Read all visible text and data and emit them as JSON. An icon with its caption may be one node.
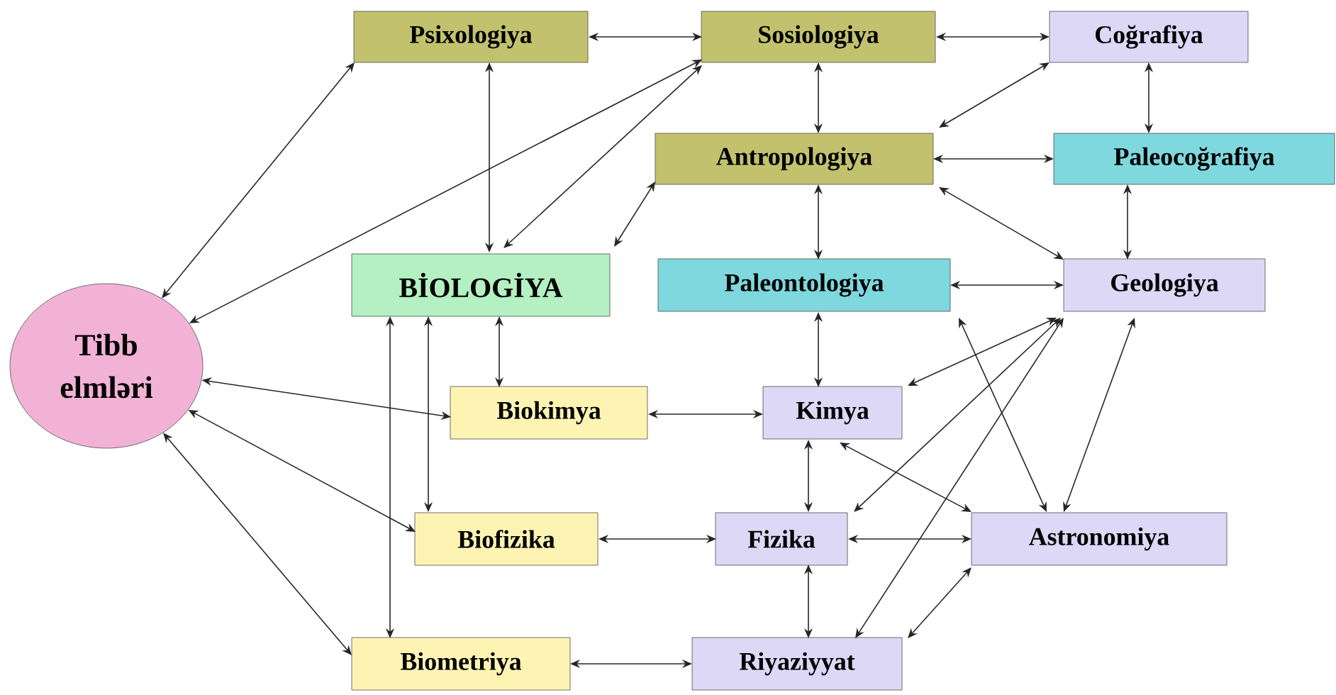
{
  "diagram": {
    "nodes": [
      {
        "text": [
          "Tibb elmləri"
        ]
      },
      {
        "text": [
          "Psixologiya"
        ]
      },
      {
        "text": [
          "Sosiologiya"
        ]
      },
      {
        "text": [
          "Coğrafiya"
        ]
      },
      {
        "text": [
          "Antropologiya"
        ]
      },
      {
        "text": [
          "Paleocoğrafiya"
        ]
      },
      {
        "text": [
          "BİOLOGİYA"
        ]
      },
      {
        "text": [
          "Paleontologiya"
        ]
      },
      {
        "text": [
          "Geologiya"
        ]
      },
      {
        "text": [
          "Biokimya"
        ]
      },
      {
        "text": [
          "Kimya"
        ]
      },
      {
        "text": [
          "Biofizika"
        ]
      },
      {
        "text": [
          "Fizika"
        ]
      },
      {
        "text": [
          "Astronomiya"
        ]
      },
      {
        "text": [
          "Biometriya"
        ]
      },
      {
        "text": [
          "Riyaziyyat"
        ]
      }
    ],
    "edges": [
      {
        "from": 1,
        "to": 2,
        "arrow": "both"
      },
      {
        "from": 2,
        "to": 3,
        "arrow": "both"
      },
      {
        "from": 0,
        "to": 1,
        "arrow": "both"
      },
      {
        "from": 0,
        "to": 2,
        "arrow": "both"
      },
      {
        "from": 1,
        "to": 6,
        "arrow": "both"
      },
      {
        "from": 2,
        "to": 6,
        "arrow": "both"
      },
      {
        "from": 2,
        "to": 4,
        "arrow": "both"
      },
      {
        "from": 3,
        "to": 4,
        "arrow": "both"
      },
      {
        "from": 3,
        "to": 5,
        "arrow": "both"
      },
      {
        "from": 4,
        "to": 5,
        "arrow": "both"
      },
      {
        "from": 4,
        "to": 6,
        "arrow": "both"
      },
      {
        "from": 4,
        "to": 8,
        "arrow": "both"
      },
      {
        "from": 4,
        "to": 7,
        "arrow": "both"
      },
      {
        "from": 5,
        "to": 8,
        "arrow": "both"
      },
      {
        "from": 7,
        "to": 8,
        "arrow": "both"
      },
      {
        "from": 7,
        "to": 10,
        "arrow": "both"
      },
      {
        "from": 7,
        "to": 13,
        "arrow": "both"
      },
      {
        "from": 8,
        "to": 10,
        "arrow": "both"
      },
      {
        "from": 8,
        "to": 12,
        "arrow": "both"
      },
      {
        "from": 8,
        "to": 15,
        "arrow": "both"
      },
      {
        "from": 8,
        "to": 13,
        "arrow": "both"
      },
      {
        "from": 6,
        "to": 9,
        "arrow": "both"
      },
      {
        "from": 6,
        "to": 11,
        "arrow": "both"
      },
      {
        "from": 6,
        "to": 14,
        "arrow": "both"
      },
      {
        "from": 0,
        "to": 9,
        "arrow": "both"
      },
      {
        "from": 0,
        "to": 11,
        "arrow": "both"
      },
      {
        "from": 0,
        "to": 14,
        "arrow": "both"
      },
      {
        "from": 9,
        "to": 10,
        "arrow": "both"
      },
      {
        "from": 10,
        "to": 12,
        "arrow": "both"
      },
      {
        "from": 10,
        "to": 13,
        "arrow": "both"
      },
      {
        "from": 11,
        "to": 12,
        "arrow": "both"
      },
      {
        "from": 12,
        "to": 13,
        "arrow": "both"
      },
      {
        "from": 12,
        "to": 15,
        "arrow": "both"
      },
      {
        "from": 14,
        "to": 15,
        "arrow": "both"
      },
      {
        "from": 15,
        "to": 13,
        "arrow": "both"
      }
    ]
  }
}
